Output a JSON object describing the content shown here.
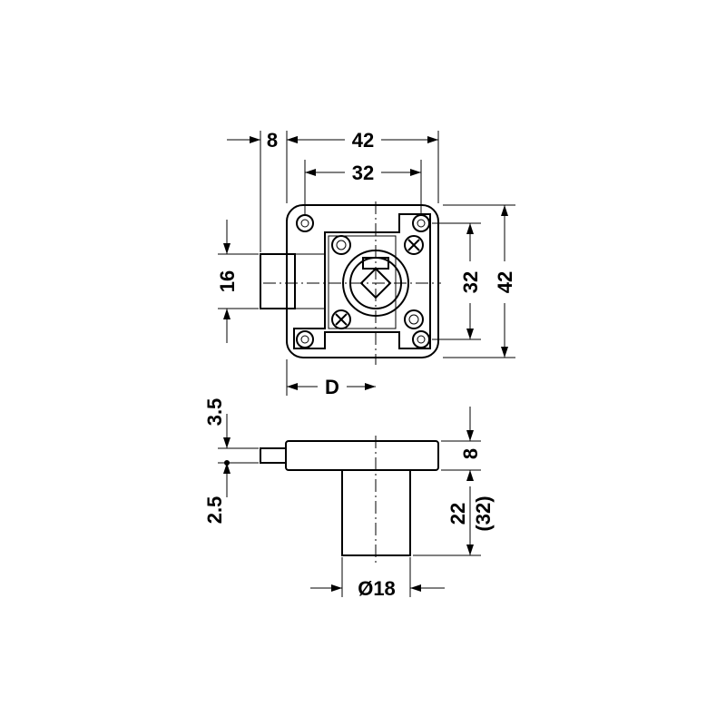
{
  "dimensions": {
    "top_view": {
      "bolt_offset": "8",
      "body_width": "42",
      "hole_spacing_h": "32",
      "bolt_height": "16",
      "hole_spacing_v": "32",
      "body_height": "42",
      "backset": "D"
    },
    "side_view": {
      "bolt_top_gap": "3.5",
      "bolt_bottom_gap": "2.5",
      "plate_thickness": "8",
      "cylinder_length": "22",
      "cylinder_length_alt": "(32)",
      "cylinder_diameter": "Ø18"
    }
  }
}
